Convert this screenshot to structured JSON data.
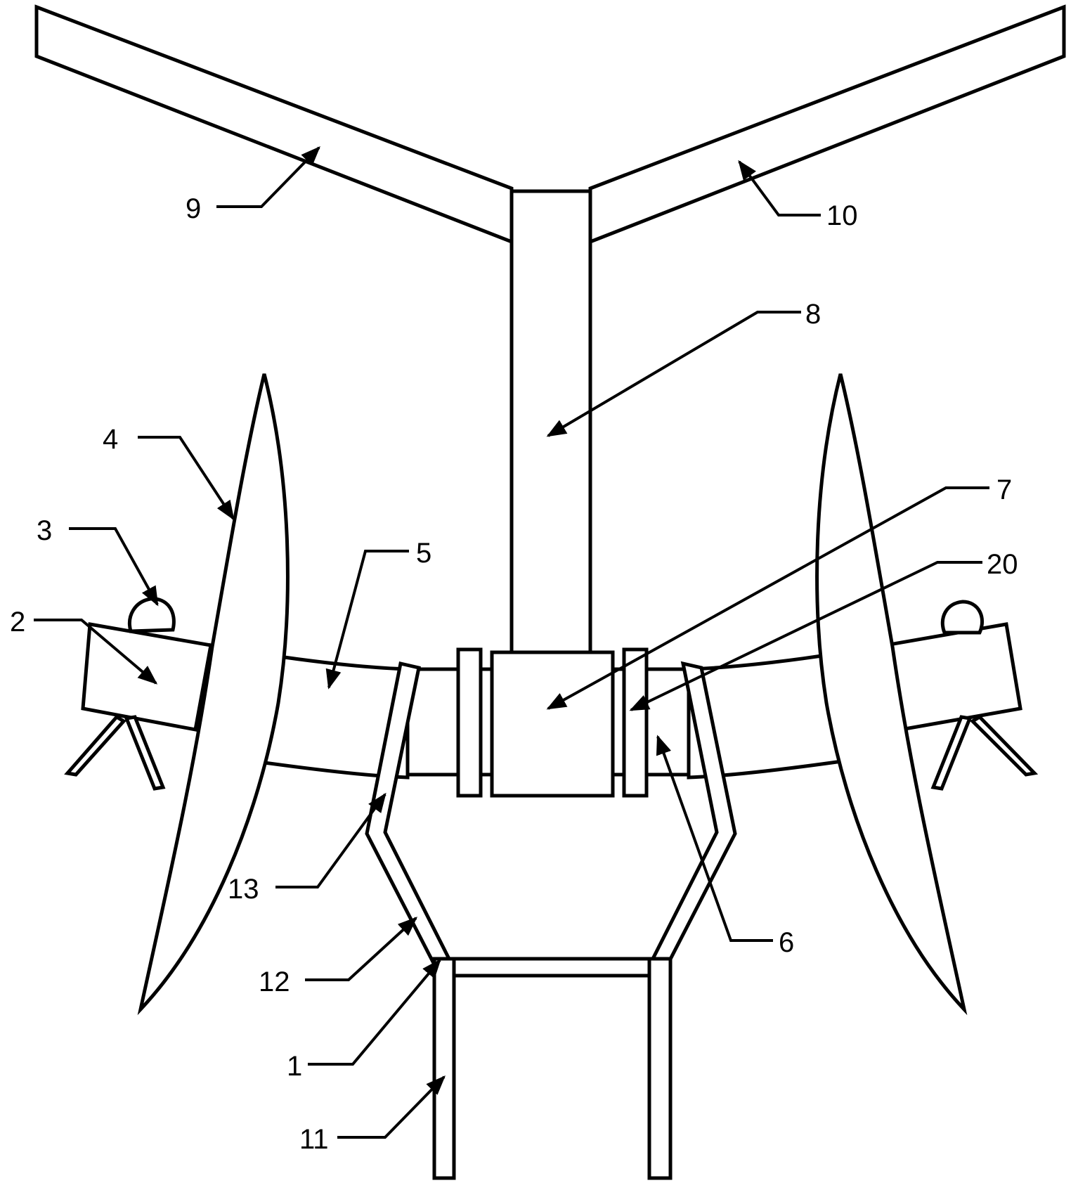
{
  "colors": {
    "stroke": "#000000",
    "background": "#ffffff"
  },
  "labels": {
    "l1": "1",
    "l2": "2",
    "l3": "3",
    "l4": "4",
    "l5": "5",
    "l6": "6",
    "l7": "7",
    "l8": "8",
    "l9": "9",
    "l10": "10",
    "l11": "11",
    "l12": "12",
    "l13": "13",
    "l20": "20"
  }
}
